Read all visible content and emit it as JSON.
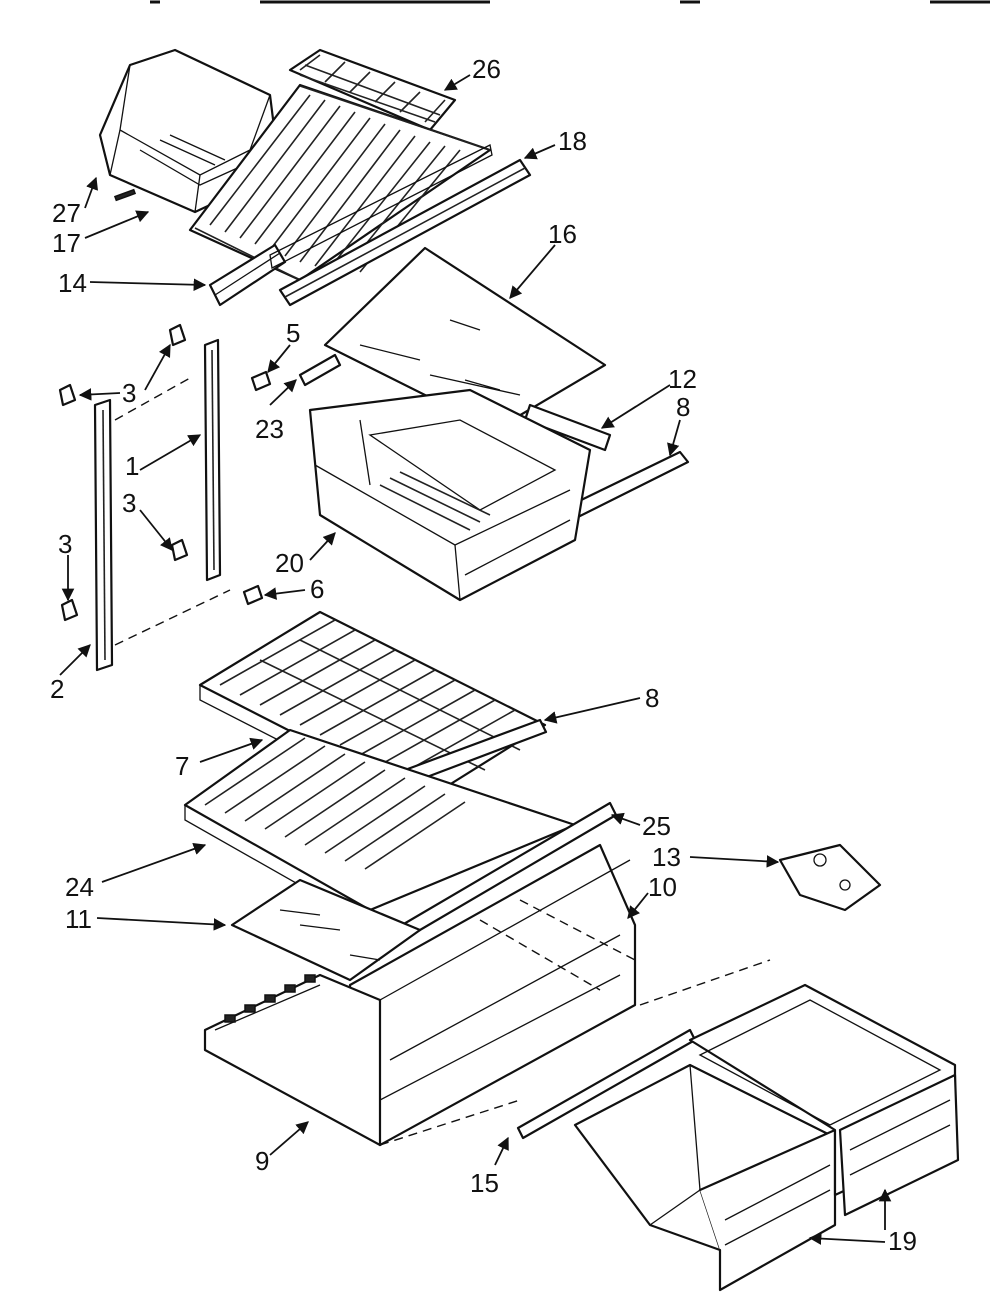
{
  "labels": {
    "l1": "1",
    "l2": "2",
    "l3": "3",
    "l5": "5",
    "l6": "6",
    "l7": "7",
    "l8": "8",
    "l9": "9",
    "l10": "10",
    "l11": "11",
    "l12": "12",
    "l13": "13",
    "l14": "14",
    "l15": "15",
    "l16": "16",
    "l17": "17",
    "l18": "18",
    "l19": "19",
    "l20": "20",
    "l23": "23",
    "l24": "24",
    "l25": "25",
    "l26": "26",
    "l27": "27"
  },
  "colors": {
    "line": "#111111",
    "background": "#ffffff"
  }
}
